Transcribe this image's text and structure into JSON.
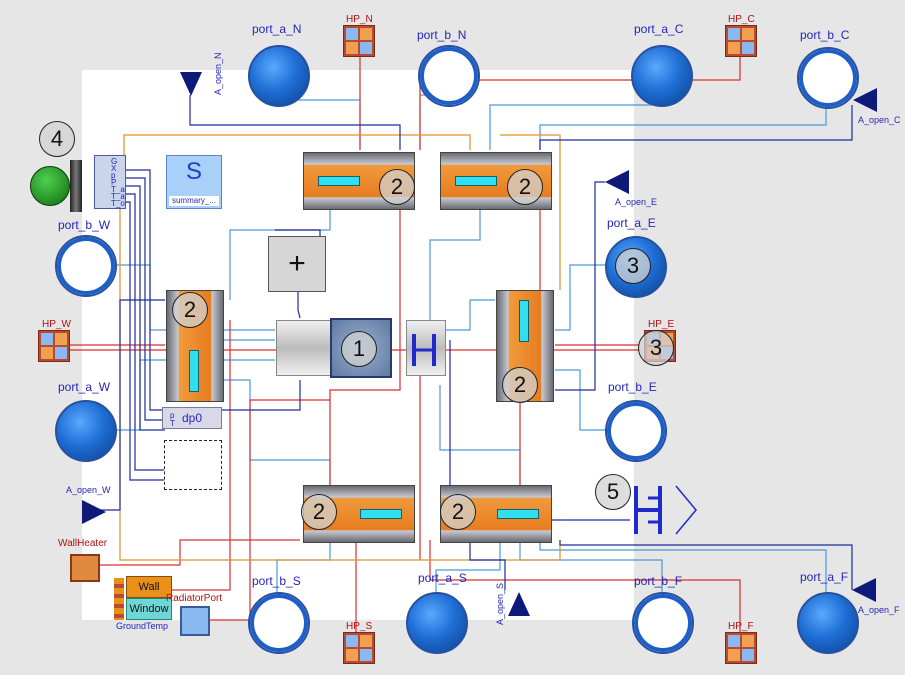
{
  "ports": {
    "port_a_N": "port_a_N",
    "port_b_N": "port_b_N",
    "port_a_C": "port_a_C",
    "port_b_C": "port_b_C",
    "port_b_W": "port_b_W",
    "port_a_W": "port_a_W",
    "port_a_E": "port_a_E",
    "port_b_E": "port_b_E",
    "port_b_S": "port_b_S",
    "port_a_S": "port_a_S",
    "port_b_F": "port_b_F",
    "port_a_F": "port_a_F"
  },
  "heat_ports": {
    "hp_n": "HP_N",
    "hp_c": "HP_C",
    "hp_w": "HP_W",
    "hp_e": "HP_E",
    "hp_s": "HP_S",
    "hp_f": "HP_F"
  },
  "openings": {
    "a_open_n": "A_open_N",
    "a_open_c": "A_open_C",
    "a_open_e": "A_open_E",
    "a_open_w": "A_open_W",
    "a_open_s": "A_open_S",
    "a_open_f": "A_open_F"
  },
  "blocks": {
    "summary_symbol": "S",
    "summary_name": "summary_...",
    "sum_symbol": "+",
    "dp0": "dp0",
    "wall_heater": "WallHeater",
    "wall": "Wall",
    "window": "Window",
    "ground_temp": "GroundTemp",
    "radiator_port": "RadiatorPort",
    "sensor_pins": [
      "G",
      "X",
      "p",
      "P",
      "T_a",
      "T_a",
      "T_o"
    ],
    "dp0_pins": [
      "p",
      "T"
    ]
  },
  "callouts": [
    "1",
    "2",
    "3",
    "4",
    "5"
  ],
  "colors": {
    "background": "#e6e6e6",
    "canvas": "#ffffff",
    "fluid_line": "#4a9ad8",
    "heat_line": "#d83030",
    "signal_line": "#1e2aa0",
    "aux_line": "#e0902a"
  }
}
